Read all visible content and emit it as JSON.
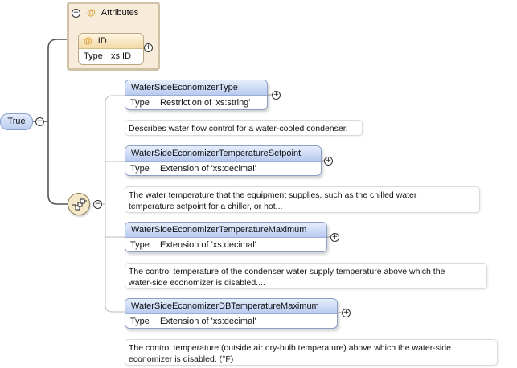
{
  "root": {
    "label": "True"
  },
  "attributes": {
    "title": "Attributes",
    "attribute": {
      "name": "ID",
      "type_label": "Type",
      "type_value": "xs:ID"
    }
  },
  "elements": [
    {
      "name": "WaterSideEconomizerType",
      "type_label": "Type",
      "type_value": "Restriction of 'xs:string'",
      "doc_line1": "Describes water flow control for a water-cooled condenser.",
      "doc_line2": ""
    },
    {
      "name": "WaterSideEconomizerTemperatureSetpoint",
      "type_label": "Type",
      "type_value": "Extension of 'xs:decimal'",
      "doc_line1": "The water temperature that the equipment supplies, such as the chilled water",
      "doc_line2": "temperature setpoint for a chiller, or hot..."
    },
    {
      "name": "WaterSideEconomizerTemperatureMaximum",
      "type_label": "Type",
      "type_value": "Extension of 'xs:decimal'",
      "doc_line1": "The control temperature of the condenser water supply temperature above which the",
      "doc_line2": "water-side economizer is disabled...."
    },
    {
      "name": "WaterSideEconomizerDBTemperatureMaximum",
      "type_label": "Type",
      "type_value": "Extension of 'xs:decimal'",
      "doc_line1": "The control temperature (outside air dry-bulb temperature) above which the water-side",
      "doc_line2": "economizer is disabled. (°F)"
    }
  ],
  "toggles": {
    "collapse": "−",
    "expand": "+"
  },
  "icons": {
    "attribute_symbol": "@"
  },
  "colors": {
    "element_header": "#c6d6f4",
    "attribute_panel": "#f6ecd9",
    "attribute_header": "#f3d9a6",
    "connector": "#555555"
  }
}
